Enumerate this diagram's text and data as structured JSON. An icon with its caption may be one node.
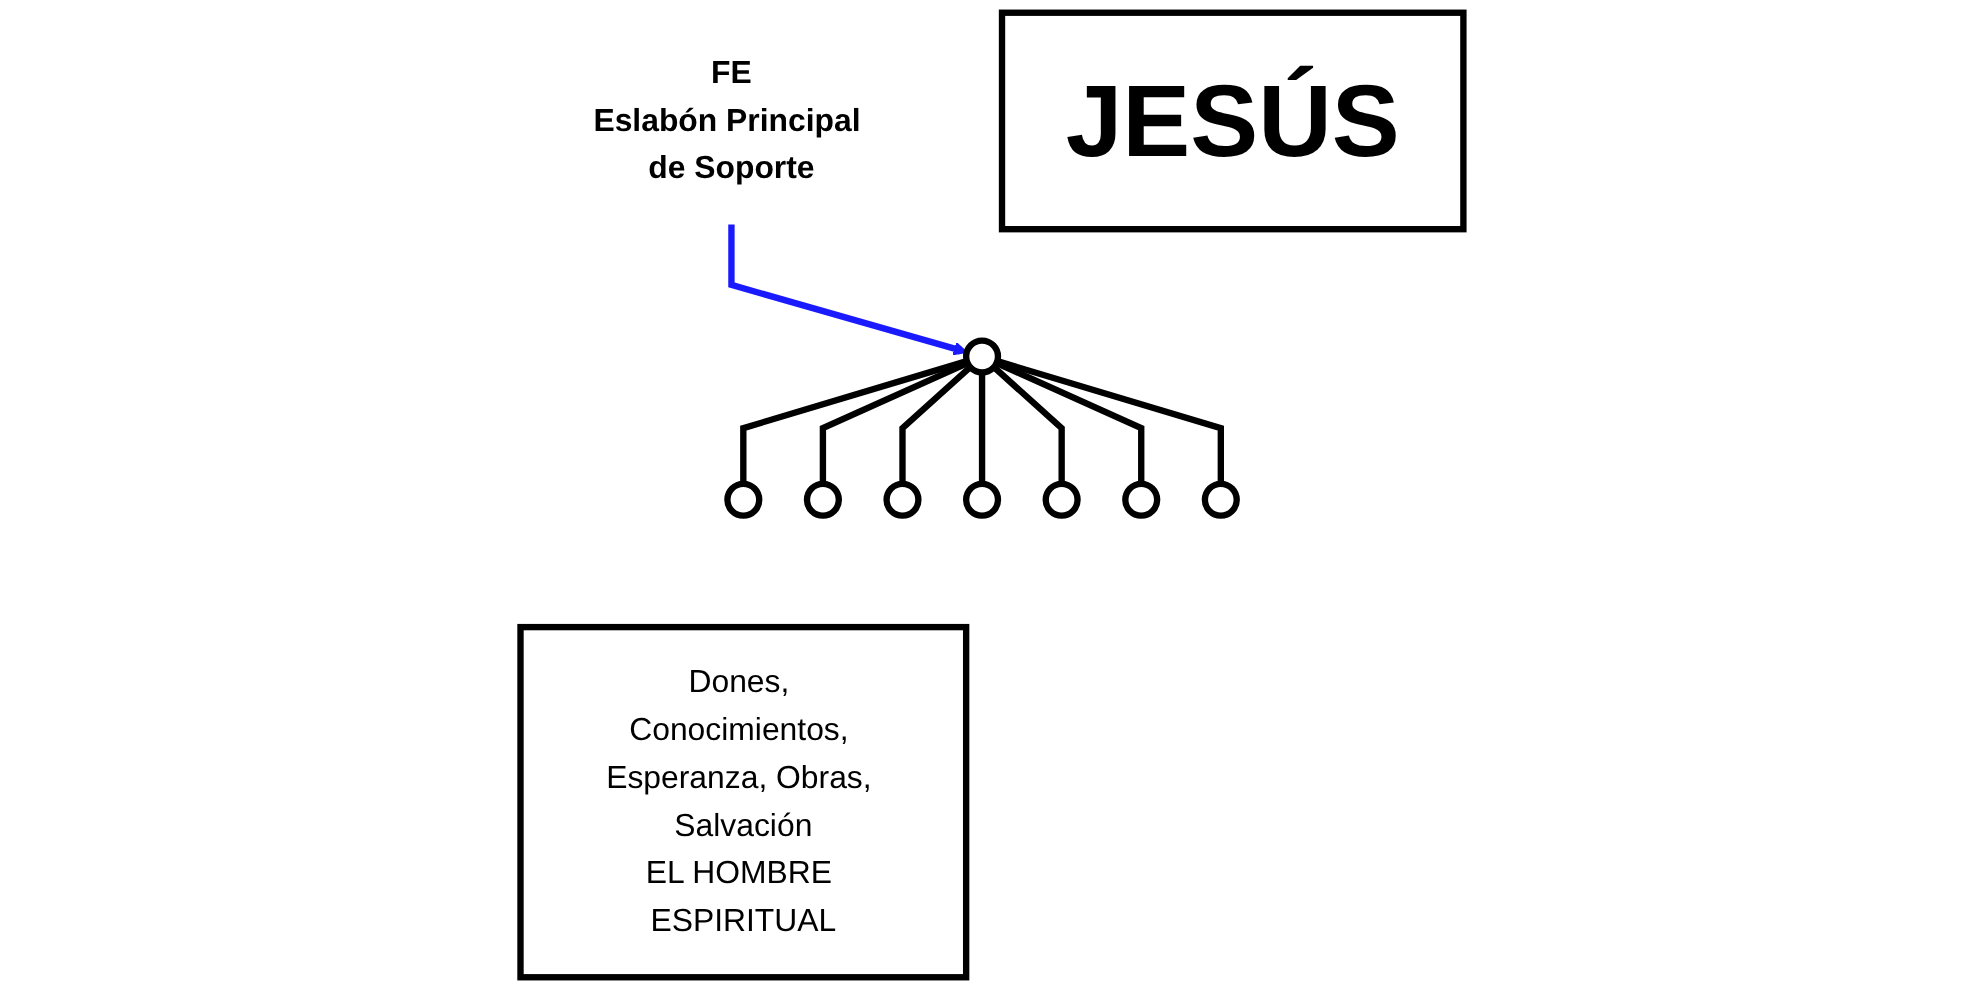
{
  "diagram": {
    "nodes": [
      {
        "text": [
          "JESÚS"
        ]
      },
      {
        "text": [],
        "shape": "circle"
      },
      {
        "text": [
          "FE",
          "Eslabón Principal de Soporte"
        ]
      },
      {
        "text": [],
        "shape": "circle"
      },
      {
        "text": [],
        "shape": "circle"
      },
      {
        "text": [],
        "shape": "circle"
      },
      {
        "text": [],
        "shape": "circle"
      },
      {
        "text": [],
        "shape": "circle"
      },
      {
        "text": [],
        "shape": "circle"
      },
      {
        "text": [],
        "shape": "circle"
      },
      {
        "text": [
          "Dones, Conocimientos, Esperanza, Obras, Salvación",
          "EL HOMBRE ESPIRITUAL"
        ]
      }
    ],
    "edges": [
      {
        "from": 2,
        "to": 1,
        "arrow": "to",
        "color": "#1a1aff"
      },
      {
        "from": 1,
        "to": 3,
        "arrow": "none"
      },
      {
        "from": 1,
        "to": 4,
        "arrow": "none"
      },
      {
        "from": 1,
        "to": 5,
        "arrow": "none"
      },
      {
        "from": 1,
        "to": 6,
        "arrow": "none"
      },
      {
        "from": 1,
        "to": 7,
        "arrow": "none"
      },
      {
        "from": 1,
        "to": 8,
        "arrow": "none"
      },
      {
        "from": 1,
        "to": 9,
        "arrow": "none"
      }
    ]
  }
}
